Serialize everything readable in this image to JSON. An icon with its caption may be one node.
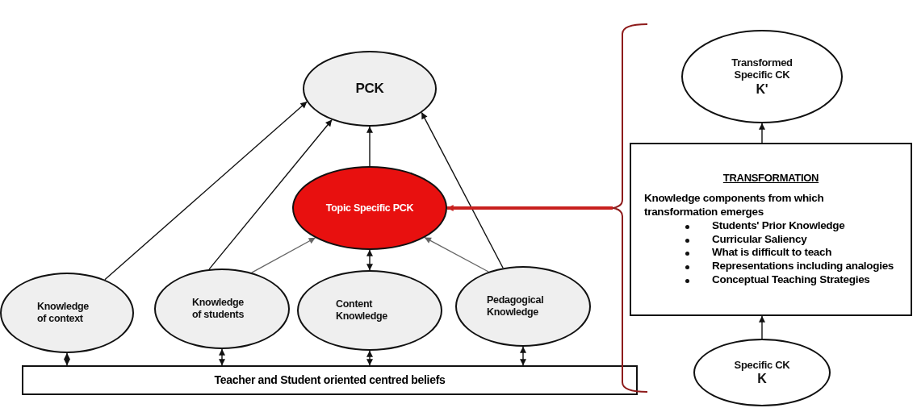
{
  "diagram": {
    "nodes": [
      {
        "text": [
          "PCK"
        ]
      },
      {
        "text": [
          "Topic Specific PCK"
        ]
      },
      {
        "text": [
          "Knowledge of context"
        ]
      },
      {
        "text": [
          "Knowledge of students"
        ]
      },
      {
        "text": [
          "Content Knowledge"
        ]
      },
      {
        "text": [
          "Pedagogical Knowledge"
        ]
      },
      {
        "text": [
          "Teacher and Student oriented centred beliefs"
        ]
      },
      {
        "text": [
          "Transformed Specific CK",
          "K'"
        ]
      },
      {
        "text": [
          "TRANSFORMATION",
          "Knowledge components from which transformation emerges",
          "Students' Prior Knowledge",
          "Curricular Saliency",
          "What is difficult to teach",
          "Representations including analogies",
          "Conceptual Teaching Strategies"
        ]
      },
      {
        "text": [
          "Specific CK",
          "K"
        ]
      },
      {
        "text": [],
        "shape": "bracket"
      }
    ],
    "edges": [
      {
        "from": 2,
        "to": 0,
        "arrow": "to"
      },
      {
        "from": 3,
        "to": 0,
        "arrow": "to"
      },
      {
        "from": 1,
        "to": 0,
        "arrow": "to"
      },
      {
        "from": 5,
        "to": 0,
        "arrow": "to"
      },
      {
        "from": 3,
        "to": 1,
        "arrow": "to",
        "color": "#666666"
      },
      {
        "from": 5,
        "to": 1,
        "arrow": "to",
        "color": "#666666"
      },
      {
        "from": 4,
        "to": 1,
        "arrow": "both"
      },
      {
        "from": 2,
        "to": 6,
        "arrow": "both"
      },
      {
        "from": 3,
        "to": 6,
        "arrow": "both"
      },
      {
        "from": 4,
        "to": 6,
        "arrow": "both"
      },
      {
        "from": 5,
        "to": 6,
        "arrow": "both"
      },
      {
        "from": 8,
        "to": 7,
        "arrow": "to"
      },
      {
        "from": 9,
        "to": 8,
        "arrow": "to"
      },
      {
        "from": 10,
        "to": 1,
        "arrow": "to",
        "style": "thick",
        "color": "#c8201e"
      }
    ]
  }
}
